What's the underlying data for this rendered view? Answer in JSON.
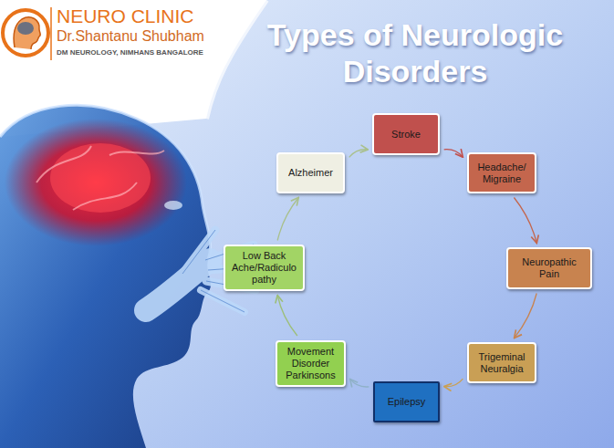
{
  "diagram": {
    "title": "Types of Neurologic Disorders",
    "nodes": [
      {
        "text": [
          "Stroke"
        ]
      },
      {
        "text": [
          "Headache/ Migraine"
        ]
      },
      {
        "text": [
          "Neuropathic Pain"
        ]
      },
      {
        "text": [
          "Trigeminal Neuralgia"
        ]
      },
      {
        "text": [
          "Epilepsy"
        ]
      },
      {
        "text": [
          "Movement Disorder Parkinsons"
        ]
      },
      {
        "text": [
          "Low Back Ache/Radiculo pathy"
        ]
      },
      {
        "text": [
          "Alzheimer"
        ]
      }
    ],
    "edges": [
      {
        "from": 0,
        "to": 1,
        "arrow": "to"
      },
      {
        "from": 1,
        "to": 2,
        "arrow": "to"
      },
      {
        "from": 2,
        "to": 3,
        "arrow": "to"
      },
      {
        "from": 3,
        "to": 4,
        "arrow": "to"
      },
      {
        "from": 4,
        "to": 5,
        "arrow": "to"
      },
      {
        "from": 5,
        "to": 6,
        "arrow": "to"
      },
      {
        "from": 6,
        "to": 7,
        "arrow": "to"
      },
      {
        "from": 7,
        "to": 0,
        "arrow": "to"
      }
    ],
    "labels": [
      "NEURO CLINIC",
      "Dr.Shantanu Shubham",
      "DM NEUROLOGY, NIMHANS BANGALORE"
    ]
  }
}
